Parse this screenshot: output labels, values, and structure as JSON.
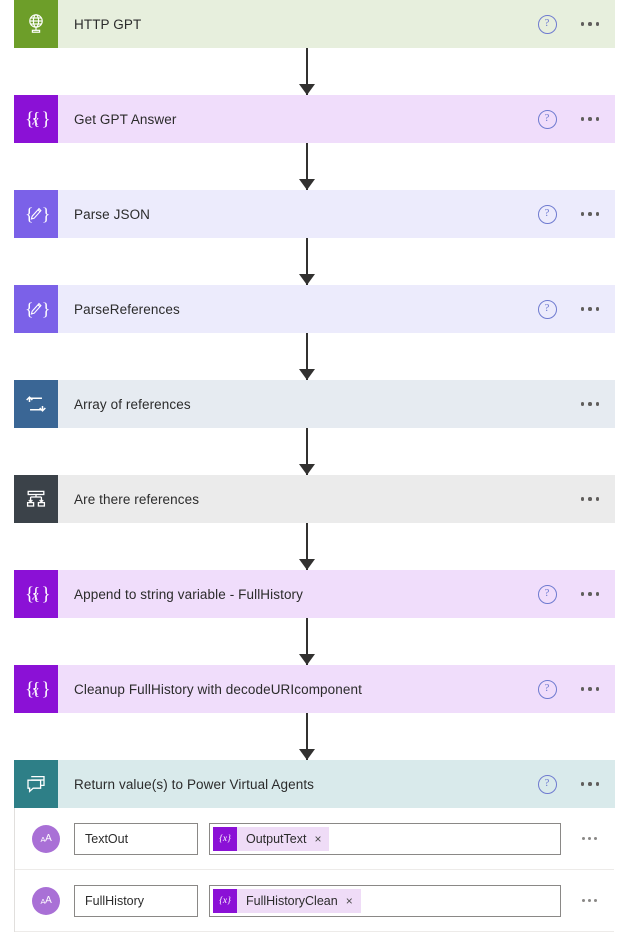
{
  "flow": {
    "steps": [
      {
        "id": "http-gpt",
        "title": "HTTP GPT",
        "icon": "globe-http-icon",
        "icon_bg": "#6d9e29",
        "row_bg": "#e7efdd",
        "has_help": true,
        "has_ellipsis": true
      },
      {
        "id": "get-gpt-answer",
        "title": "Get GPT Answer",
        "icon": "variable-braces-x-icon",
        "icon_bg": "#8b11d6",
        "row_bg": "#f0ddfb",
        "has_help": true,
        "has_ellipsis": true
      },
      {
        "id": "parse-json",
        "title": "Parse JSON",
        "icon": "compose-pencil-braces-icon",
        "icon_bg": "#7b61e8",
        "row_bg": "#ecebfc",
        "has_help": true,
        "has_ellipsis": true
      },
      {
        "id": "parse-references",
        "title": "ParseReferences",
        "icon": "compose-pencil-braces-icon",
        "icon_bg": "#7b61e8",
        "row_bg": "#ecebfc",
        "has_help": true,
        "has_ellipsis": true
      },
      {
        "id": "array-of-references",
        "title": "Array of references",
        "icon": "loop-repeat-icon",
        "icon_bg": "#3a6695",
        "row_bg": "#e6ebf1",
        "has_help": false,
        "has_ellipsis": true
      },
      {
        "id": "are-there-references",
        "title": "Are there references",
        "icon": "condition-branch-icon",
        "icon_bg": "#3b4249",
        "row_bg": "#ebebeb",
        "has_help": false,
        "has_ellipsis": true
      },
      {
        "id": "append-to-string-variable-fullhistory",
        "title": "Append to string variable - FullHistory",
        "icon": "variable-braces-x-icon",
        "icon_bg": "#8b11d6",
        "row_bg": "#f0ddfb",
        "has_help": true,
        "has_ellipsis": true
      },
      {
        "id": "cleanup-fullhistory",
        "title": "Cleanup FullHistory with decodeURIcomponent",
        "icon": "variable-braces-x-icon",
        "icon_bg": "#8b11d6",
        "row_bg": "#f0ddfb",
        "has_help": true,
        "has_ellipsis": true
      }
    ],
    "pva_step": {
      "id": "return-values-to-power-virtual-agents",
      "title": "Return value(s) to Power Virtual Agents",
      "icon": "chat-bubble-reply-icon",
      "icon_bg": "#2e7f87",
      "row_bg": "#d9eaeb",
      "has_help": true,
      "has_ellipsis": true,
      "params": [
        {
          "avatar_label": "AA",
          "avatar_color": "#a970d6",
          "key": "TextOut",
          "token": {
            "label": "OutputText",
            "icon": "{x}",
            "remove": "×"
          }
        },
        {
          "avatar_label": "AA",
          "avatar_color": "#a970d6",
          "key": "FullHistory",
          "token": {
            "label": "FullHistoryClean",
            "icon": "{x}",
            "remove": "×"
          }
        }
      ]
    },
    "icons": {
      "help": "?",
      "ellipsis": "⋯"
    }
  }
}
